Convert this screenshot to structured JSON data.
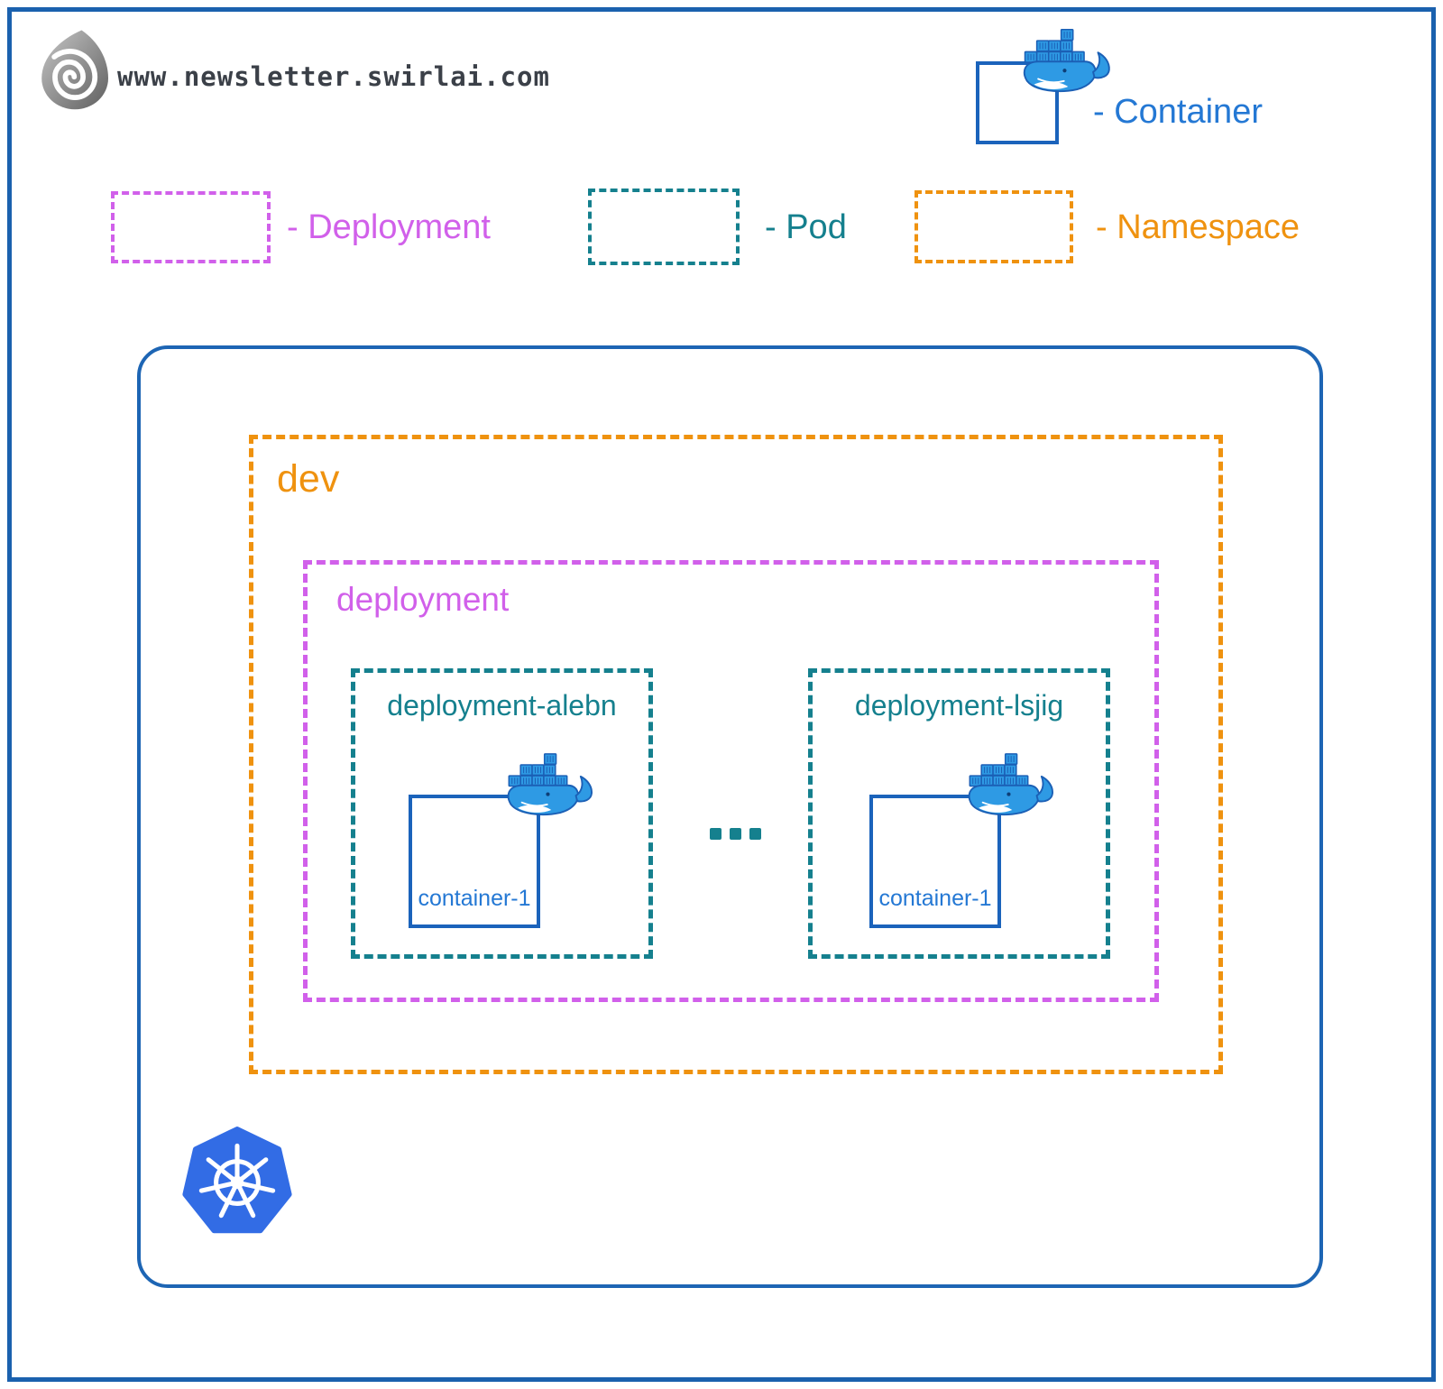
{
  "header": {
    "site_url": "www.newsletter.swirlai.com"
  },
  "legend": {
    "container": {
      "label": "- Container",
      "color": "#2478d4"
    },
    "deployment": {
      "label": "- Deployment",
      "color": "#d160ea"
    },
    "pod": {
      "label": "- Pod",
      "color": "#15808e"
    },
    "namespace": {
      "label": "- Namespace",
      "color": "#ef920f"
    }
  },
  "cluster": {
    "namespace": {
      "name": "dev",
      "deployment": {
        "name": "deployment",
        "pods": [
          {
            "name": "deployment-alebn",
            "containers": [
              {
                "name": "container-1"
              }
            ]
          },
          {
            "name": "deployment-lsjig",
            "containers": [
              {
                "name": "container-1"
              }
            ]
          }
        ],
        "ellipsis": "..."
      }
    }
  },
  "icons": {
    "swirl": "swirl-logo",
    "docker": "docker-whale-icon",
    "kubernetes": "kubernetes-helm-icon"
  },
  "colors": {
    "container_blue": "#2478d4",
    "box_outline_blue": "#1b63bb",
    "whale_blue": "#2e9ae4",
    "pod_teal": "#15808e",
    "deployment_purple": "#d160ea",
    "namespace_orange": "#ef920f",
    "kubernetes_blue": "#326ce5"
  }
}
